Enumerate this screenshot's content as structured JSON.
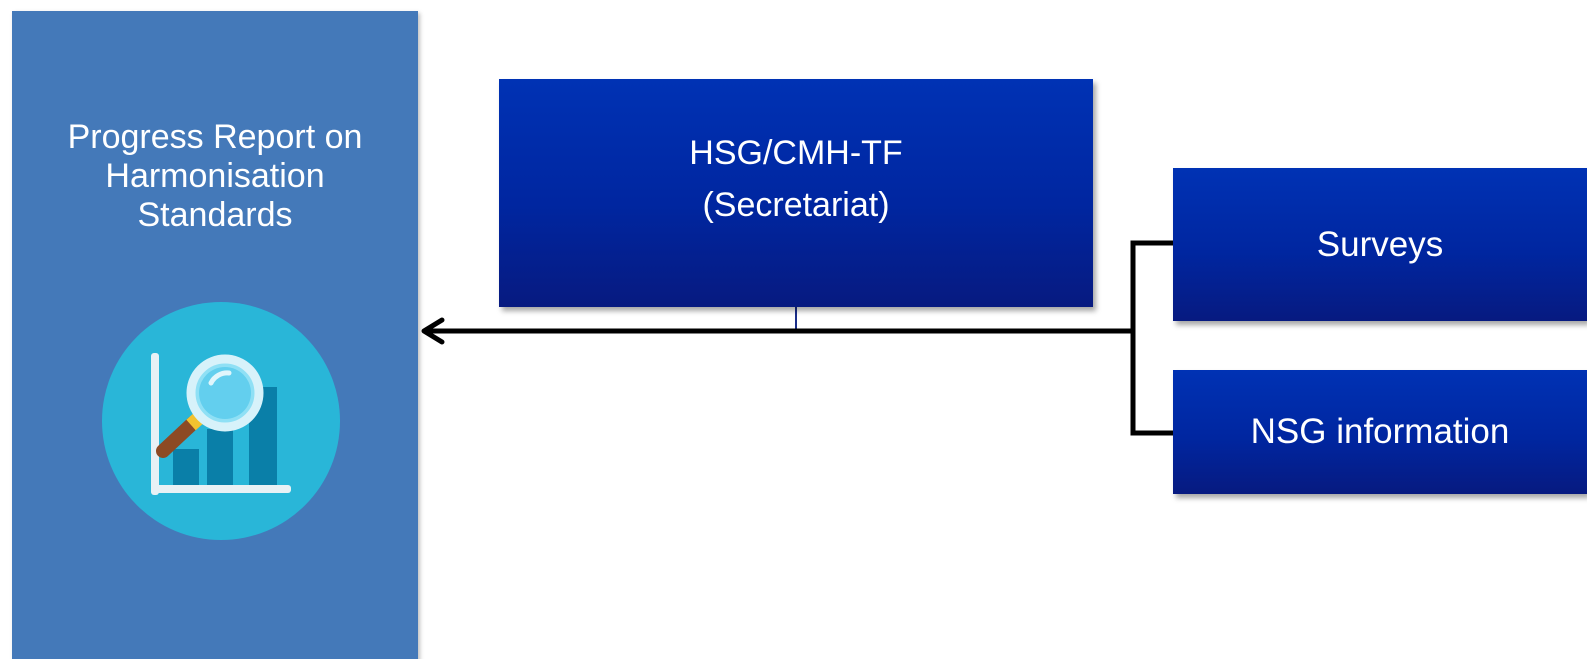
{
  "report_panel": {
    "title": "Progress Report on\nHarmonisation\nStandards",
    "icon": "chart-magnifier-icon"
  },
  "secretariat_box": {
    "line1": "HSG/CMH-TF",
    "line2": "(Secretariat)"
  },
  "input_boxes": {
    "surveys": "Surveys",
    "nsg": "NSG information"
  },
  "colors": {
    "panel": "#4479b9",
    "box_gradient_top": "#0032b4",
    "box_gradient_bottom": "#071a80",
    "icon_circle": "#29b6d8",
    "connector": "#000000"
  }
}
